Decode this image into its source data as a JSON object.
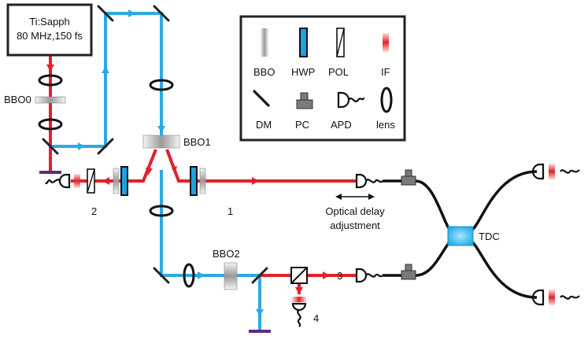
{
  "laser": {
    "line1": "Ti:Sapph",
    "line2": "80 MHz,150 fs"
  },
  "crystals": {
    "bbo0": "BBO0",
    "bbo1": "BBO1",
    "bbo2": "BBO2"
  },
  "paths": {
    "p1": "1",
    "p2": "2",
    "p3": "3",
    "p4": "4"
  },
  "delay": {
    "line1": "Optical delay",
    "line2": "adjustment"
  },
  "tdc": "TDC",
  "legend": {
    "bbo": "BBO",
    "hwp": "HWP",
    "pol": "POL",
    "if": "IF",
    "dm": "DM",
    "pc": "PC",
    "apd": "APD",
    "lens": "lens"
  },
  "colors": {
    "pump_beam": "#29abe2",
    "signal_beam": "#e2202a",
    "hwp": "#1aa3e0",
    "tdc": "#29b6ee",
    "dump": "#5b2c83"
  }
}
